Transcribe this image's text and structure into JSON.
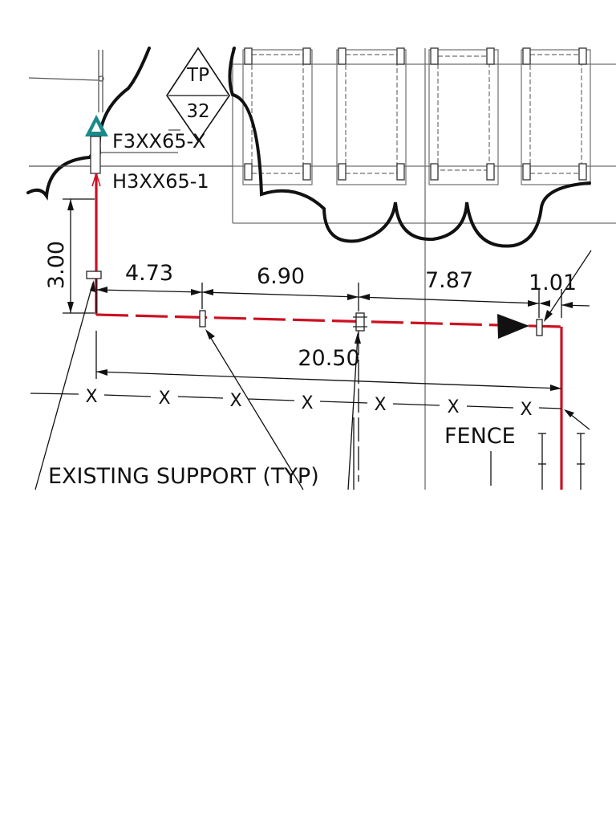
{
  "drawing": {
    "colors": {
      "line": "#111111",
      "thin_line": "#6f6f6f",
      "pipe": "#cc1122",
      "marker": "#1a8a8a",
      "paper": "#ffffff"
    },
    "tag_top": "F3XX65-X",
    "tag_bottom": "H3XX65-1",
    "diamond_top": "TP",
    "diamond_bottom": "32",
    "vertical_dim": "3.00",
    "dims": [
      "4.73",
      "6.90",
      "7.87",
      "1.01"
    ],
    "total_dim": "20.50",
    "fence_label": "FENCE",
    "fence_symbol": "X",
    "support_label": "EXISTING SUPPORT (TYP)",
    "marker_icon": "triangle-marker-icon",
    "flow_arrow_icon": "flow-arrow-icon"
  }
}
